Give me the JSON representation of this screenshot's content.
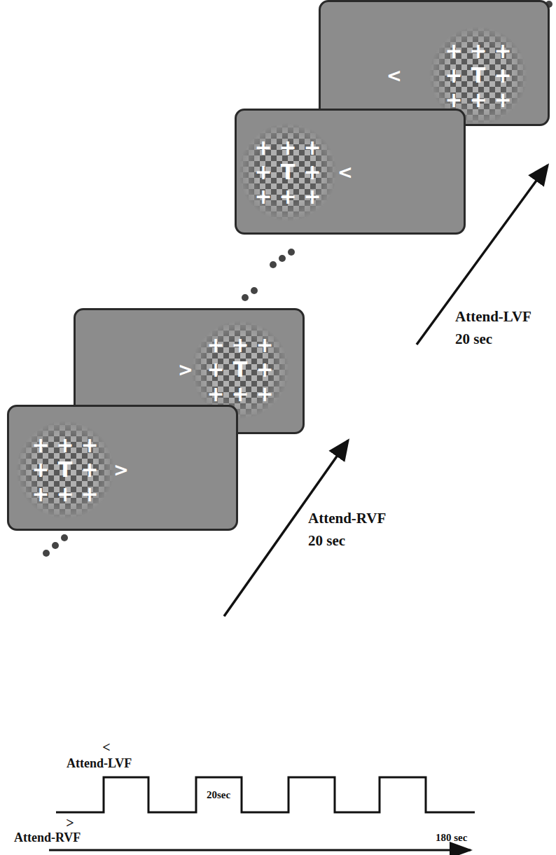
{
  "diagram": {
    "nodes": [
      {
        "text": [
          "+",
          "+",
          "+",
          "+",
          "T",
          "+",
          "+",
          "+",
          "+",
          "<"
        ]
      },
      {
        "text": [
          "+",
          "+",
          "+",
          "+",
          "T",
          "+",
          "+",
          "+",
          "+",
          "<"
        ]
      },
      {
        "text": [
          "+",
          "+",
          "+",
          "+",
          "T",
          "+",
          "+",
          "+",
          "+",
          ">"
        ]
      },
      {
        "text": [
          "+",
          "+",
          "+",
          "+",
          "T",
          "+",
          "+",
          "+",
          "+",
          ">"
        ]
      }
    ],
    "labels": [
      "Attend-LVF",
      "20 sec",
      "Attend-RVF",
      "20 sec",
      "<",
      "Attend-LVF",
      "20sec",
      ">",
      "Attend-RVF",
      "180 sec"
    ]
  }
}
